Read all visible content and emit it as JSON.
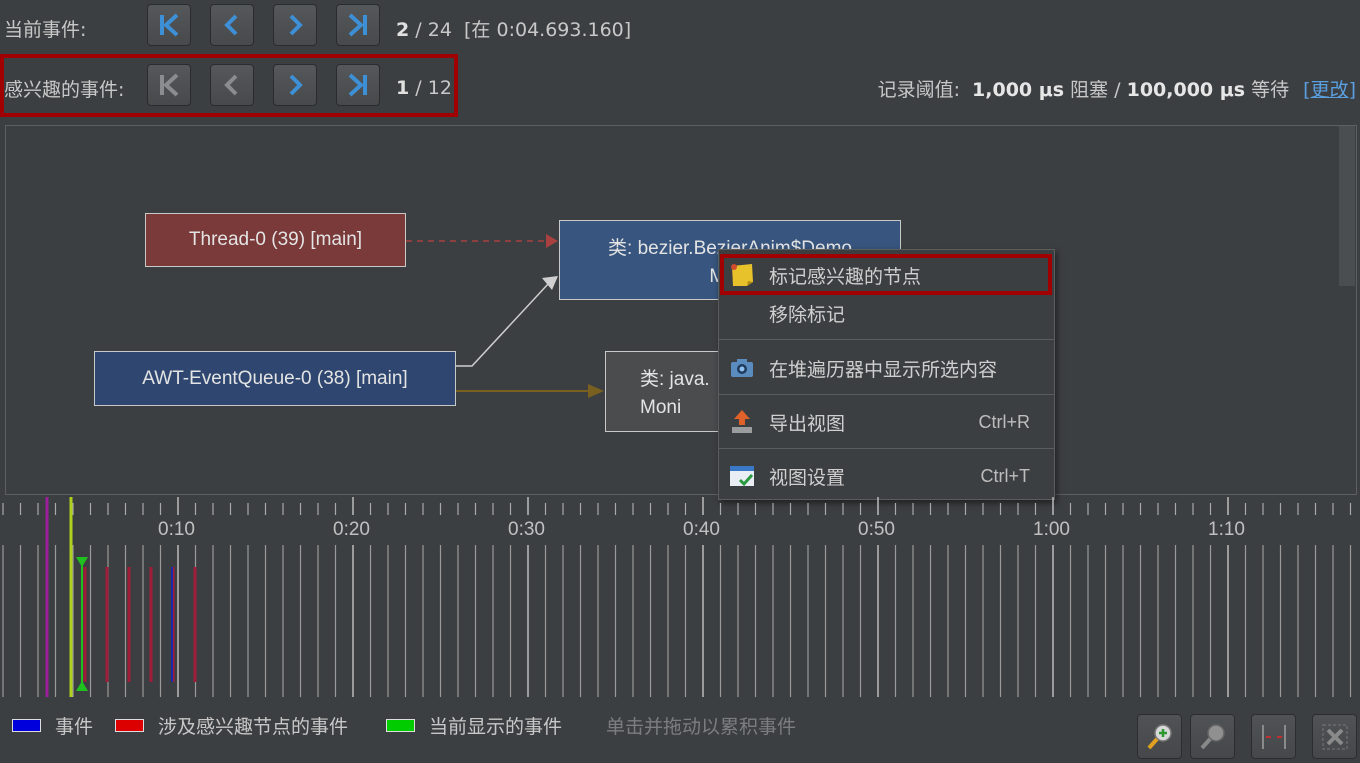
{
  "current_event": {
    "label": "当前事件:",
    "index": "2",
    "sep": "/",
    "total": "24",
    "at_prefix": "[在",
    "at_time": "0:04.693.160]"
  },
  "interesting_event": {
    "label": "感兴趣的事件:",
    "index": "1",
    "sep": "/",
    "total": "12"
  },
  "threshold": {
    "label": "记录阈值:",
    "block_value": "1,000 μs",
    "block_label": "阻塞",
    "sep": "/",
    "wait_value": "100,000 μs",
    "wait_label": "等待",
    "change_link": "[更改]"
  },
  "graph": {
    "nodes": {
      "thread0": "Thread-0 (39) [main]",
      "awt": "AWT-EventQueue-0 (38) [main]",
      "class1_line1": "类: bezier.BezierAnim$Demo",
      "class1_line2": "Moni",
      "class2_line1": "类: java.",
      "class2_line2": "Moni"
    }
  },
  "context_menu": {
    "items": [
      {
        "label": "标记感兴趣的节点",
        "shortcut": "",
        "icon": "sticky-note-icon"
      },
      {
        "label": "移除标记",
        "shortcut": "",
        "icon": ""
      },
      {
        "label": "在堆遍历器中显示所选内容",
        "shortcut": "",
        "icon": "camera-icon"
      },
      {
        "label": "导出视图",
        "shortcut": "Ctrl+R",
        "icon": "export-icon"
      },
      {
        "label": "视图设置",
        "shortcut": "Ctrl+T",
        "icon": "view-settings-icon"
      }
    ]
  },
  "timeline": {
    "tick_labels": [
      "0:10",
      "0:20",
      "0:30",
      "0:40",
      "0:50",
      "1:00",
      "1:10"
    ]
  },
  "legend": {
    "events": "事件",
    "interesting": "涉及感兴趣节点的事件",
    "current": "当前显示的事件",
    "hint": "单击并拖动以累积事件",
    "colors": {
      "events": "#0000dd",
      "interesting": "#dd0000",
      "current": "#00cc00"
    }
  },
  "colors": {
    "accent_blue": "#3d8fd6",
    "highlight_red": "#a00000",
    "node_red": "#7a3a3a",
    "node_blue": "#37557e"
  }
}
